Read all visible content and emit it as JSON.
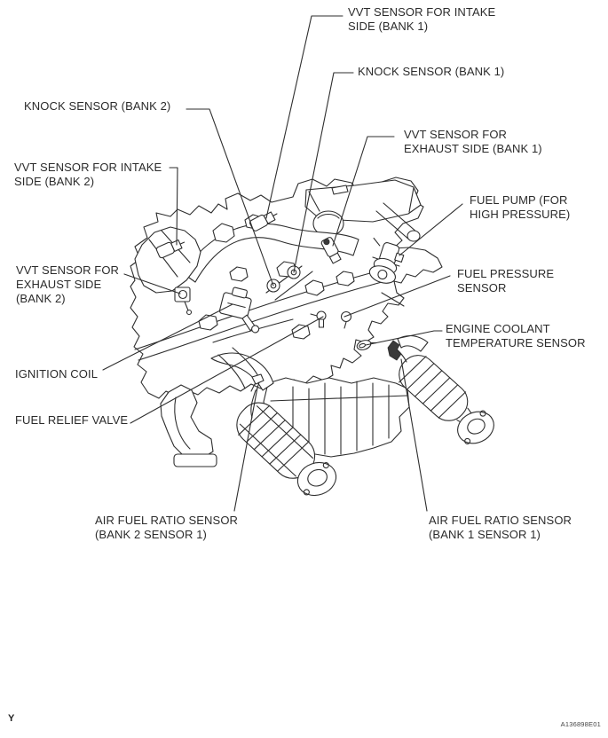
{
  "figure": {
    "footer_left": "Y",
    "figure_code": "A136898E01",
    "ink_color": "#2e2e2e",
    "background_color": "#ffffff"
  },
  "callouts": {
    "vvt_intake_bank1": {
      "lines": [
        "VVT SENSOR FOR INTAKE",
        "SIDE (BANK 1)"
      ]
    },
    "knock_bank1": {
      "lines": [
        "KNOCK SENSOR (BANK 1)"
      ]
    },
    "knock_bank2": {
      "lines": [
        "KNOCK SENSOR (BANK 2)"
      ]
    },
    "vvt_intake_bank2": {
      "lines": [
        "VVT SENSOR FOR INTAKE",
        "SIDE (BANK 2)"
      ]
    },
    "vvt_exhaust_bank1": {
      "lines": [
        "VVT SENSOR FOR",
        "EXHAUST SIDE (BANK 1)"
      ]
    },
    "fuel_pump": {
      "lines": [
        "FUEL PUMP (FOR",
        "HIGH PRESSURE)"
      ]
    },
    "vvt_exhaust_bank2": {
      "lines": [
        "VVT SENSOR FOR",
        "EXHAUST SIDE",
        "(BANK 2)"
      ]
    },
    "fuel_pressure": {
      "lines": [
        "FUEL PRESSURE",
        "SENSOR"
      ]
    },
    "engine_coolant_temp": {
      "lines": [
        "ENGINE COOLANT",
        "TEMPERATURE SENSOR"
      ]
    },
    "ignition_coil": {
      "lines": [
        "IGNITION COIL"
      ]
    },
    "fuel_relief_valve": {
      "lines": [
        "FUEL RELIEF VALVE"
      ]
    },
    "air_fuel_ratio_bank2": {
      "lines": [
        "AIR FUEL RATIO SENSOR",
        "(BANK 2 SENSOR 1)"
      ]
    },
    "air_fuel_ratio_bank1": {
      "lines": [
        "AIR FUEL RATIO SENSOR",
        "(BANK 1 SENSOR 1)"
      ]
    }
  }
}
